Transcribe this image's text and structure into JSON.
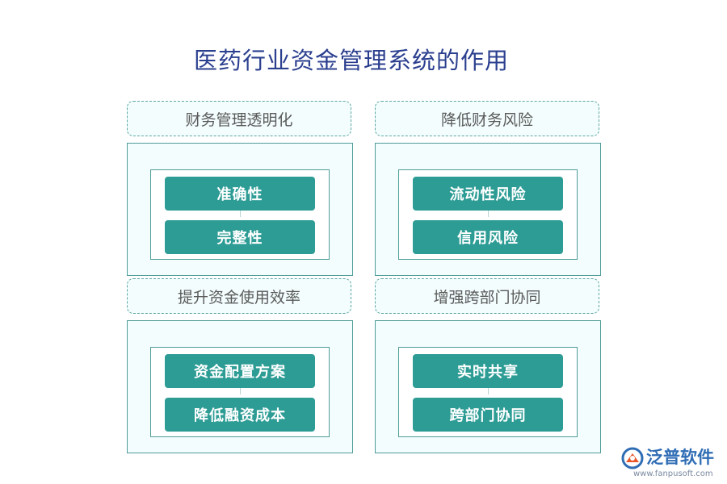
{
  "title": "医药行业资金管理系统的作用",
  "categories": [
    {
      "label": "财务管理透明化",
      "items": [
        "准确性",
        "完整性"
      ]
    },
    {
      "label": "降低财务风险",
      "items": [
        "流动性风险",
        "信用风险"
      ]
    },
    {
      "label": "提升资金使用效率",
      "items": [
        "资金配置方案",
        "降低融资成本"
      ]
    },
    {
      "label": "增强跨部门协同",
      "items": [
        "实时共享",
        "跨部门协同"
      ]
    }
  ],
  "logo": {
    "name": "泛普软件",
    "url": "www.fanpusoft.com",
    "icon": "fanpu-logo-icon",
    "color": "#2f6db5"
  },
  "colors": {
    "title": "#2b3f8f",
    "item_fill": "#2d9c95",
    "border": "#4e9c98",
    "panel_bg": "#f3fdfd"
  }
}
